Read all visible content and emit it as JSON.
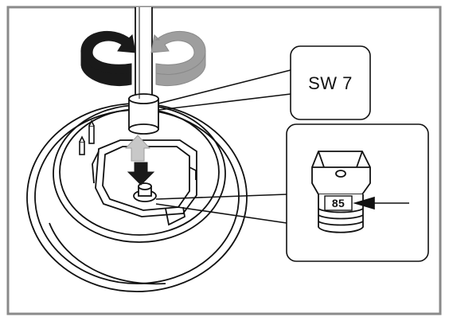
{
  "callouts": {
    "tool_size": "SW 7",
    "nozzle_marking": "85"
  },
  "icons": {
    "rotate_counterclockwise": "rotate-ccw-arrow",
    "rotate_clockwise": "rotate-cw-arrow",
    "lift_out": "up-arrow",
    "insert": "down-arrow",
    "pointer": "pointer-arrow"
  },
  "colors": {
    "frame": "#8a8a8a",
    "line": "#111111",
    "dark_arrow": "#1a1a1a",
    "light_arrow": "#9e9e9e",
    "fill": "#ffffff"
  }
}
